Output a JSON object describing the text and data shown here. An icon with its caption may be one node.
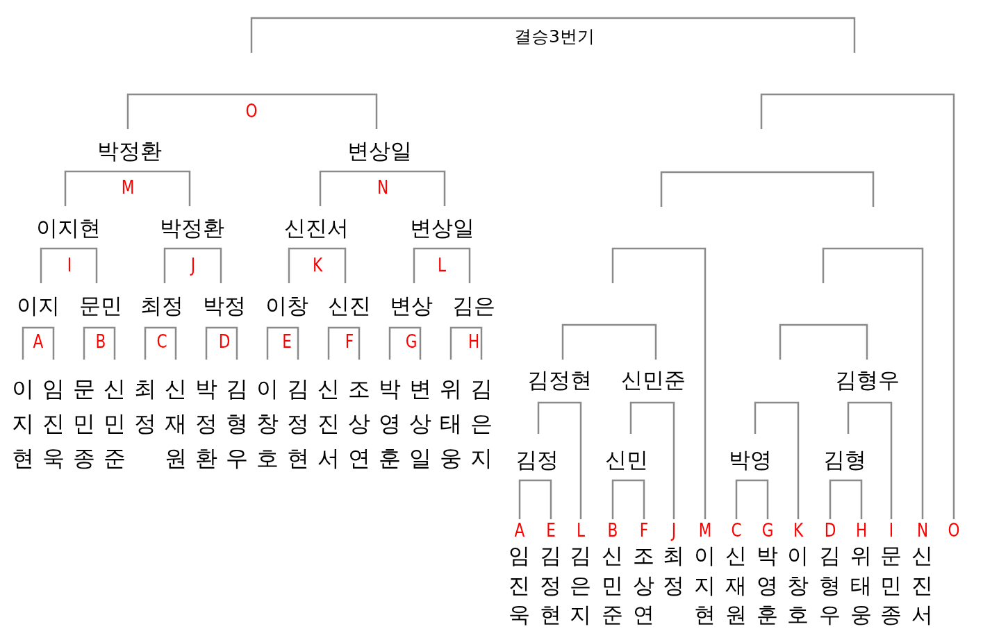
{
  "diagram": {
    "labels": [
      "결승3번기",
      "O",
      "박정환",
      "변상일",
      "M",
      "N",
      "이지현",
      "박정환",
      "신진서",
      "변상일",
      "I",
      "J",
      "K",
      "L",
      "이지",
      "문민",
      "최정",
      "박정",
      "이창",
      "신진",
      "변상",
      "김은",
      "A",
      "B",
      "C",
      "D",
      "E",
      "F",
      "G",
      "H",
      "이지현",
      "임진욱",
      "문민종",
      "신민준",
      "최정",
      "신재원",
      "박정환",
      "김형우",
      "이창호",
      "김정현",
      "신진서",
      "조상연",
      "박영훈",
      "변상일",
      "위태웅",
      "김은지",
      "김정현",
      "신민준",
      "김형우",
      "김정",
      "신민",
      "박영",
      "김형",
      "A",
      "E",
      "L",
      "B",
      "F",
      "J",
      "M",
      "C",
      "G",
      "K",
      "D",
      "H",
      "I",
      "N",
      "O",
      "임진욱",
      "김정현",
      "김은지",
      "신민준",
      "조상연",
      "최정",
      "이지현",
      "신재원",
      "박영훈",
      "이창호",
      "김형우",
      "위태웅",
      "문민종",
      "신진서"
    ]
  }
}
